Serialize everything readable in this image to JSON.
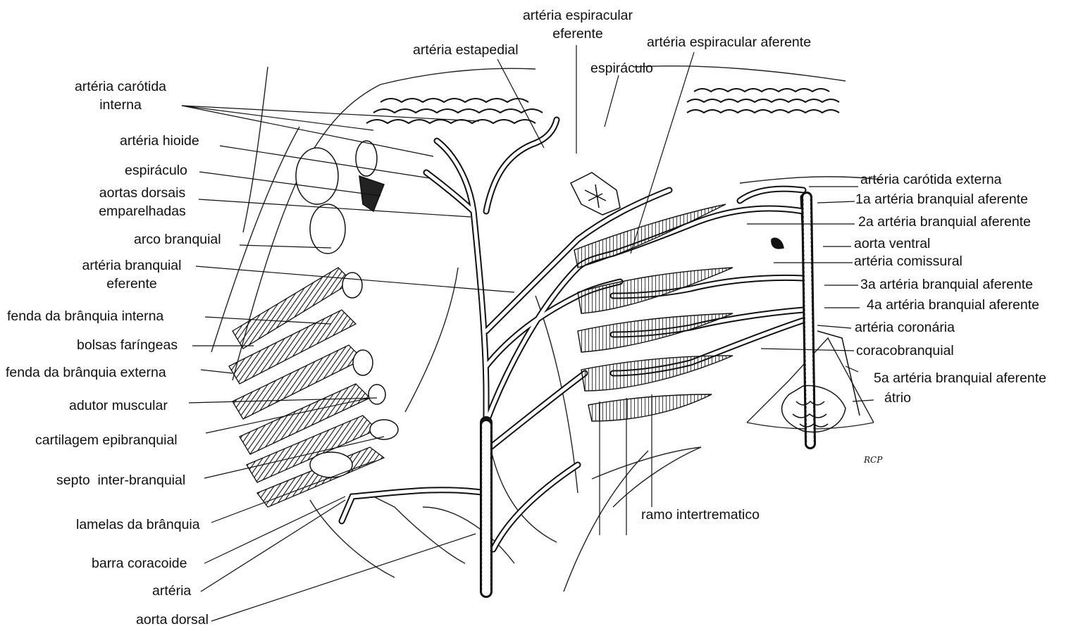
{
  "labels": {
    "arteria_espiracular_eferente": [
      "artéria espiracular",
      "eferente"
    ],
    "arteria_estapedial": "artéria estapedial",
    "arteria_espiracular_aferente": "artéria espiracular aferente",
    "espiraculo_top": "espiráculo",
    "arteria_carotida_interna": [
      "artéria carótida",
      "interna"
    ],
    "arteria_hioide": "artéria hioide",
    "espiraculo_left": "espiráculo",
    "aortas_dorsais": [
      "aortas dorsais",
      "emparelhadas"
    ],
    "arco_branquial": "arco branquial",
    "arteria_branquial_eferente": [
      "artéria branquial",
      "eferente"
    ],
    "fenda_branquia_interna": "fenda da brânquia interna",
    "bolsas_faringeas": "bolsas faríngeas",
    "fenda_branquia_externa": "fenda da brânquia externa",
    "adutor_muscular": "adutor muscular",
    "cartilagem_epibranquial": "cartilagem epibranquial",
    "septo_interbranquial": "septo  inter-branquial",
    "lamelas_branquia": "lamelas da brânquia",
    "barra_coracoide": "barra coracoide",
    "arteria": "artéria",
    "aorta_dorsal": "aorta dorsal",
    "arteria_carotida_externa": "artéria carótida externa",
    "aferente_1": "1a artéria branquial aferente",
    "aferente_2": "2a artéria branquial aferente",
    "aorta_ventral": "aorta ventral",
    "arteria_comissural": "artéria comissural",
    "aferente_3": "3a artéria branquial aferente",
    "aferente_4": "4a artéria branquial aferente",
    "arteria_coronaria": "artéria coronária",
    "coracobranquial": "coracobranquial",
    "aferente_5": "5a artéria branquial aferente",
    "atrio": "átrio",
    "ramo_intertrematico": "ramo intertrematico",
    "signature": "RCP"
  }
}
